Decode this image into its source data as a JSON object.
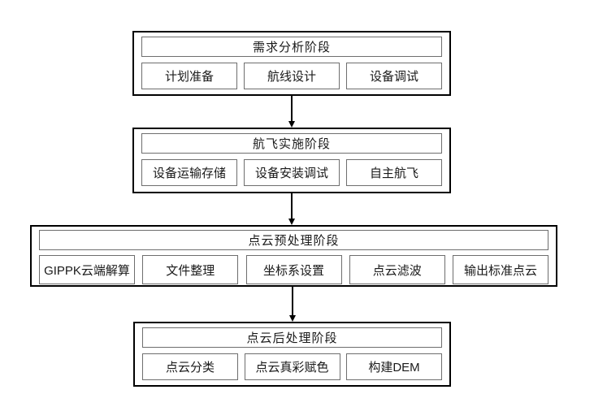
{
  "diagram": {
    "type": "flowchart",
    "direction": "top-down",
    "stages": [
      {
        "title": "需求分析阶段",
        "steps": [
          "计划准备",
          "航线设计",
          "设备调试"
        ]
      },
      {
        "title": "航飞实施阶段",
        "steps": [
          "设备运输存储",
          "设备安装调试",
          "自主航飞"
        ]
      },
      {
        "title": "点云预处理阶段",
        "steps": [
          "GIPPK云端解算",
          "文件整理",
          "坐标系设置",
          "点云滤波",
          "输出标准点云"
        ]
      },
      {
        "title": "点云后处理阶段",
        "steps": [
          "点云分类",
          "点云真彩赋色",
          "构建DEM"
        ]
      }
    ],
    "connections": [
      {
        "from": "需求分析阶段",
        "to": "航飞实施阶段"
      },
      {
        "from": "航飞实施阶段",
        "to": "点云预处理阶段"
      },
      {
        "from": "点云预处理阶段",
        "to": "点云后处理阶段"
      }
    ],
    "colors": {
      "background": "#ffffff",
      "outer_border": "#000000",
      "inner_border": "#6e6e6e",
      "text": "#1a1a1a",
      "arrow": "#000000"
    }
  }
}
